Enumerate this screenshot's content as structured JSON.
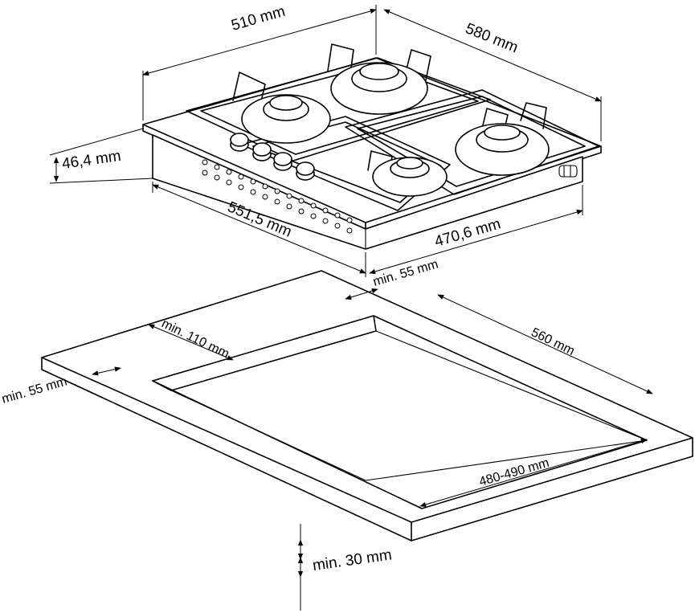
{
  "hob": {
    "width_label": "510 mm",
    "depth_label": "580 mm",
    "height_label": "46,4 mm",
    "bottom_width_label": "551,5 mm",
    "bottom_depth_label": "470,6 mm"
  },
  "cutout": {
    "back_gap_label": "min. 55 mm",
    "side_gap_label": "min. 110 mm",
    "front_gap_label": "min. 55 mm",
    "width_label": "560 mm",
    "depth_label": "480-490 mm",
    "thickness_label": "min. 30 mm"
  }
}
